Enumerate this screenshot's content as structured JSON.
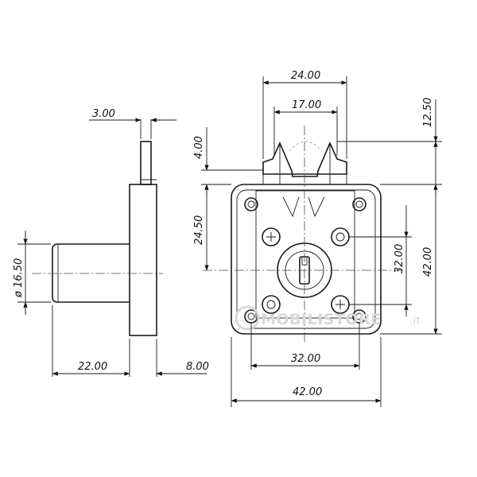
{
  "drawing": {
    "dimensions": {
      "top_outer_width": "24.00",
      "top_inner_width": "17.00",
      "top_height": "12.50",
      "tab_thickness": "3.00",
      "latch_height": "4.00",
      "center_offset": "24.50",
      "cylinder_diameter": "ø 16.50",
      "hole_spacing_vertical": "32.00",
      "overall_height": "42.00",
      "cylinder_length": "22.00",
      "plate_thickness": "8.00",
      "hole_spacing_horizontal": "32.00",
      "overall_width": "42.00"
    },
    "watermark": {
      "text": "MOBILISTORE",
      "suffix": ".it"
    }
  }
}
